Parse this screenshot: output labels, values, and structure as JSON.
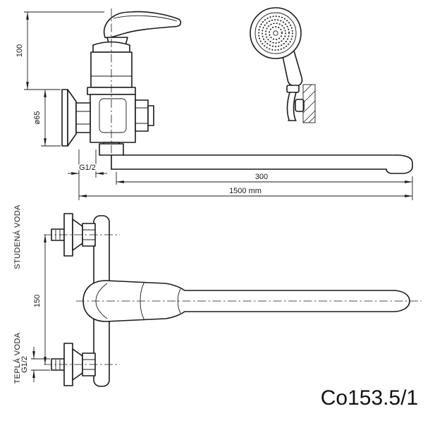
{
  "top_view": {
    "dim_height": "100",
    "dim_flange": "ø65",
    "dim_thread": "G1/2",
    "dim_spout": "300",
    "dim_hose": "1500 mm"
  },
  "bottom_view": {
    "label_cold": "STUDENÁ VODA",
    "label_hot": "TEPLÁ VODA",
    "dim_spacing": "150",
    "dim_thread": "G1/2"
  },
  "model_number": "Co153.5/1",
  "colors": {
    "line": "#1a1a1a",
    "background": "#ffffff"
  }
}
